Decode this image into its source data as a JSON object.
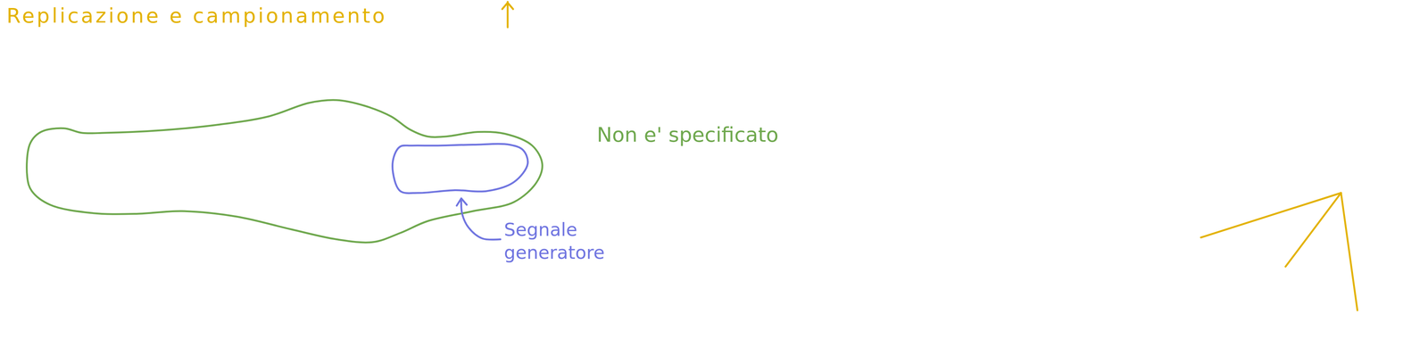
{
  "diagram": {
    "title": "Replicazione e campionamento",
    "labels": [
      "Non e' specificato",
      "Segnale generatore"
    ]
  }
}
